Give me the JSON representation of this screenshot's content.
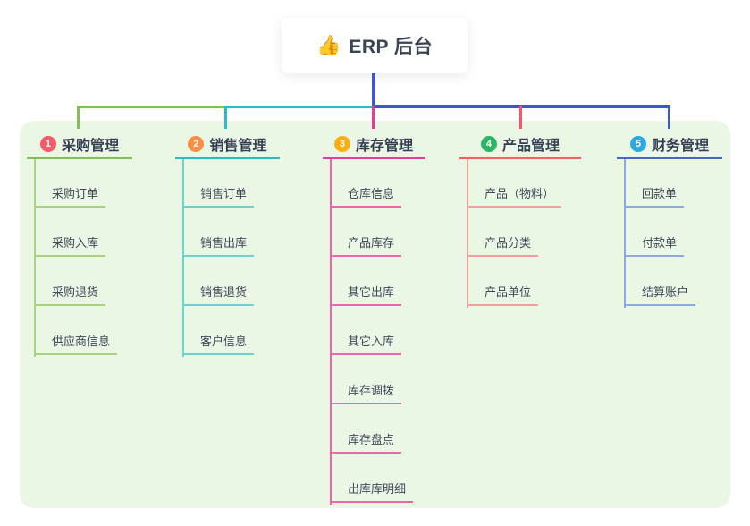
{
  "root": {
    "icon": "👍",
    "label": "ERP 后台"
  },
  "panel": {
    "bg": "#ebf7e5"
  },
  "connectors": {
    "stem_color": "#4356c6",
    "segment_colors": [
      "#84bf55",
      "#29bdc3",
      "#4356c6"
    ],
    "drop_colors": [
      "#84bf55",
      "#29bdc3",
      "#e83a9c",
      "#f4566b",
      "#4356c6"
    ]
  },
  "branches": [
    {
      "num": "1",
      "label": "采购管理",
      "badge_color": "#f25b67",
      "line_color": "#84bf55",
      "child_line_color": "#a9d47f",
      "children": [
        "采购订单",
        "采购入库",
        "采购退货",
        "供应商信息"
      ]
    },
    {
      "num": "2",
      "label": "销售管理",
      "badge_color": "#fa8e44",
      "line_color": "#29bdc3",
      "child_line_color": "#6fd2d0",
      "children": [
        "销售订单",
        "销售出库",
        "销售退货",
        "客户信息"
      ]
    },
    {
      "num": "3",
      "label": "库存管理",
      "badge_color": "#f9ae13",
      "line_color": "#e83a9c",
      "child_line_color": "#ef64ae",
      "children": [
        "仓库信息",
        "产品库存",
        "其它出库",
        "其它入库",
        "库存调拨",
        "库存盘点",
        "出库库明细"
      ]
    },
    {
      "num": "4",
      "label": "产品管理",
      "badge_color": "#2cb566",
      "line_color": "#f75f5f",
      "child_line_color": "#f89d9d",
      "children": [
        "产品（物料）",
        "产品分类",
        "产品单位"
      ]
    },
    {
      "num": "5",
      "label": "财务管理",
      "badge_color": "#2ea8e0",
      "line_color": "#4a67c8",
      "child_line_color": "#8ea8e0",
      "children": [
        "回款单",
        "付款单",
        "结算账户"
      ]
    }
  ]
}
